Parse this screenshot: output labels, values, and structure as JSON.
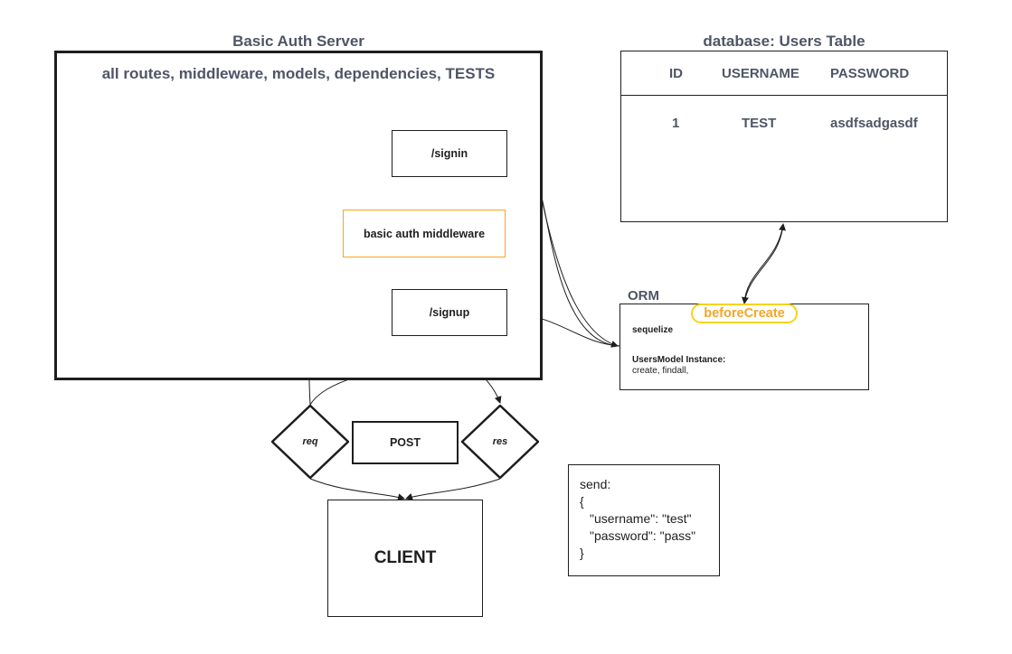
{
  "server": {
    "title": "Basic Auth Server",
    "subtitle": "all routes, middleware, models, dependencies, TESTS",
    "signin": "/signin",
    "middleware": "basic auth middleware",
    "signup": "/signup"
  },
  "database": {
    "title": "database: Users Table",
    "headers": [
      "ID",
      "USERNAME",
      "PASSWORD"
    ],
    "row": [
      "1",
      "TEST",
      "asdfsadgasdf"
    ]
  },
  "orm": {
    "label": "ORM",
    "hook": "beforeCreate",
    "lib": "sequelize",
    "model_title": "UsersModel Instance:",
    "model_methods": "create, findall,"
  },
  "request": {
    "req": "req",
    "method": "POST",
    "res": "res"
  },
  "client": {
    "label": "CLIENT"
  },
  "payload": {
    "lines": [
      "send:",
      "{",
      "\"username\": \"test\"",
      "\"password\": \"pass\"",
      "}"
    ]
  },
  "colors": {
    "middleware_border": "#f5a623",
    "hook_border": "#f8d21c",
    "hook_text": "#f5a623",
    "title_text": "#4f5566"
  }
}
